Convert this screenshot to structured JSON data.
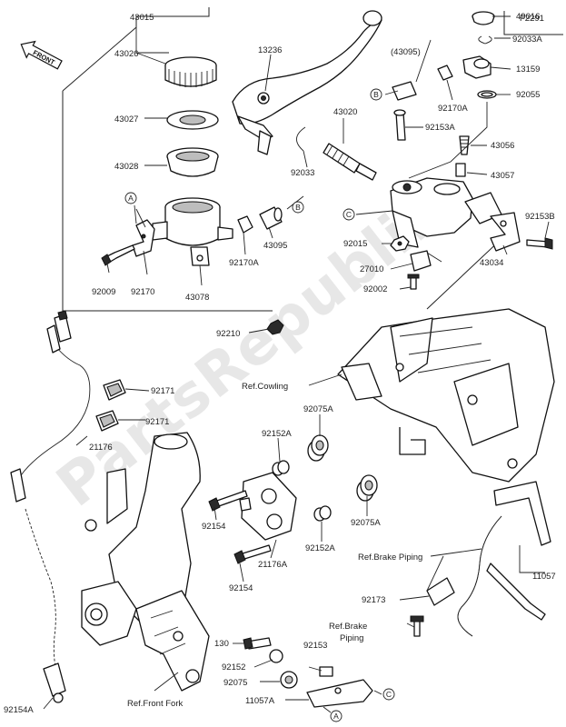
{
  "diagram_code": "F2291",
  "front_arrow": "FRONT",
  "watermark": "PartsRepublik",
  "labels": {
    "l43015": "43015",
    "l43026": "43026",
    "l43027": "43027",
    "l43028": "43028",
    "l92009": "92009",
    "l92170": "92170",
    "l43078": "43078",
    "l13236": "13236",
    "l43020": "43020",
    "l92033": "92033",
    "l92170A_a": "92170A",
    "l43095_a": "43095",
    "l43095_paren": "(43095)",
    "l92170A_b": "92170A",
    "l49016": "49016",
    "l92033A": "92033A",
    "l13159": "13159",
    "l92055": "92055",
    "l92153A": "92153A",
    "l43056": "43056",
    "l43057": "43057",
    "l92153B": "92153B",
    "l92015": "92015",
    "l27010": "27010",
    "l92002": "92002",
    "l43034": "43034",
    "l92210": "92210",
    "l92171_a": "92171",
    "l92171_b": "92171",
    "l21176": "21176",
    "l92152A_a": "92152A",
    "l92075A_a": "92075A",
    "l92154_a": "92154",
    "l92152A_b": "92152A",
    "l92075A_b": "92075A",
    "l21176A": "21176A",
    "l92154_b": "92154",
    "l11057_a": "11057",
    "l92173": "92173",
    "l130": "130",
    "l92152": "92152",
    "l92153": "92153",
    "l92075": "92075",
    "l11057A": "11057A",
    "l92154A": "92154A",
    "ref_cowling": "Ref.Cowling",
    "ref_brake_piping_a": "Ref.Brake Piping",
    "ref_brake_piping_b1": "Ref.Brake",
    "ref_brake_piping_b2": "Piping",
    "ref_front_fork": "Ref.Front Fork"
  },
  "callouts": {
    "A": "A",
    "B": "B",
    "C": "C"
  }
}
